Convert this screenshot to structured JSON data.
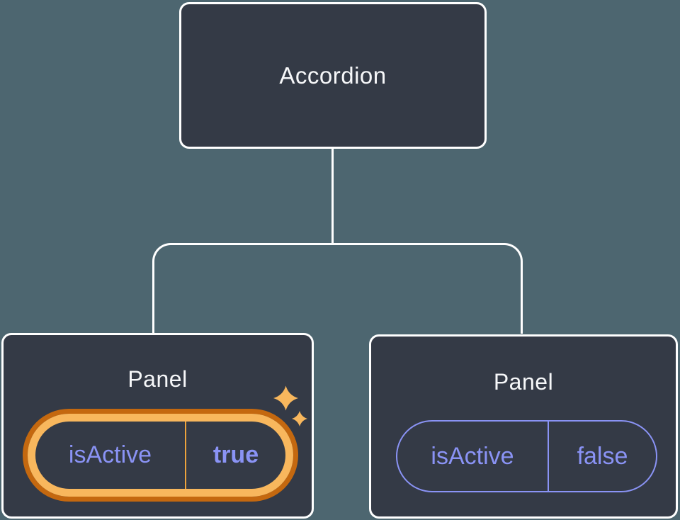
{
  "diagram": {
    "root": {
      "label": "Accordion"
    },
    "panels": [
      {
        "title": "Panel",
        "prop": {
          "name": "isActive",
          "value": "true"
        },
        "highlighted": true
      },
      {
        "title": "Panel",
        "prop": {
          "name": "isActive",
          "value": "false"
        },
        "highlighted": false
      }
    ]
  },
  "colors": {
    "background": "#4d6670",
    "node_fill": "#343a46",
    "node_border": "#ffffff",
    "text_primary": "#f6f7f9",
    "state_purple": "#8a93f5",
    "highlight_gold": "#f8b75d",
    "highlight_orange": "#c4680f",
    "highlight_divider": "#eda33c"
  },
  "icons": {
    "sparkle": "sparkle-icon"
  }
}
